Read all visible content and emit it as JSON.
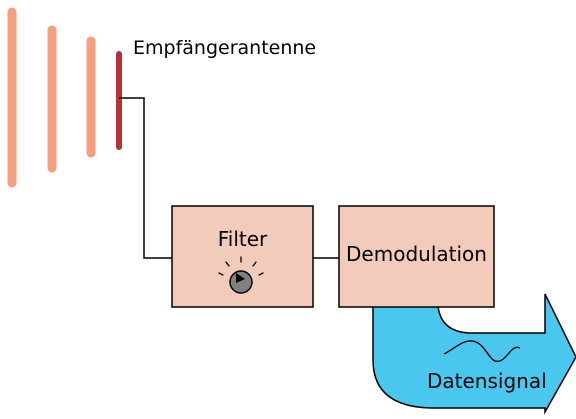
{
  "antenna": {
    "label": "Empfängerantenne"
  },
  "filter": {
    "label": "Filter"
  },
  "demodulation": {
    "label": "Demodulation"
  },
  "output": {
    "label": "Datensignal"
  },
  "colors": {
    "wave": "#f4a07f",
    "antenna": "#b5303a",
    "box_fill": "#f2cbbb",
    "box_stroke": "#000000",
    "arrow_fill": "#4ac7ee",
    "knob_fill": "#808080"
  },
  "icons": {
    "knob": "tuning-knob-icon",
    "signal": "signal-wave-icon"
  }
}
